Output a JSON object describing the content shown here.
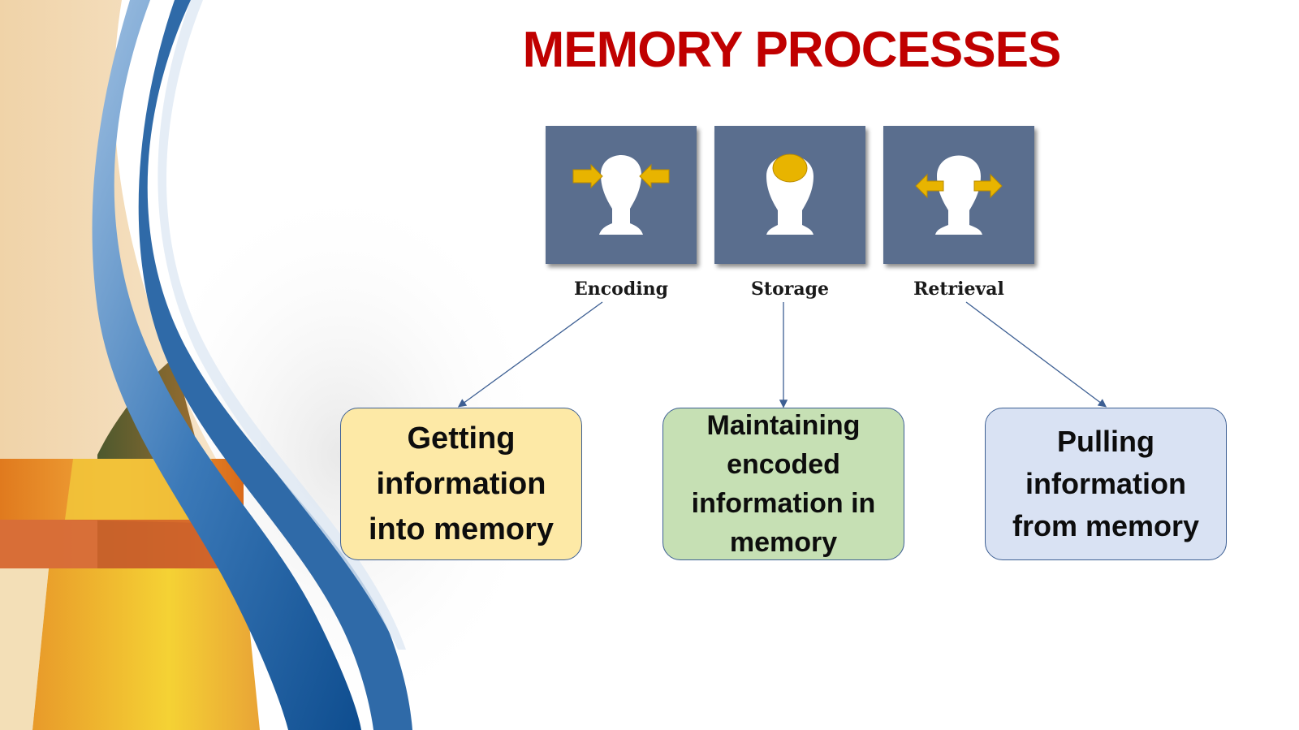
{
  "title": "MEMORY PROCESSES",
  "colors": {
    "title": "#c00000",
    "panel": "#5a6e8e",
    "arrow": "#e8b400",
    "connector": "#3d5f93",
    "encoding_box": "#fde9a6",
    "storage_box": "#c6e0b4",
    "retrieval_box": "#d9e2f3"
  },
  "stages": [
    {
      "label": "Encoding",
      "icon": "head-arrows-inward-icon"
    },
    {
      "label": "Storage",
      "icon": "head-stored-memory-icon"
    },
    {
      "label": "Retrieval",
      "icon": "head-arrows-outward-icon"
    }
  ],
  "descriptions": [
    {
      "text": "Getting information into memory"
    },
    {
      "text": "Maintaining encoded information in memory"
    },
    {
      "text": "Pulling information from memory"
    }
  ]
}
